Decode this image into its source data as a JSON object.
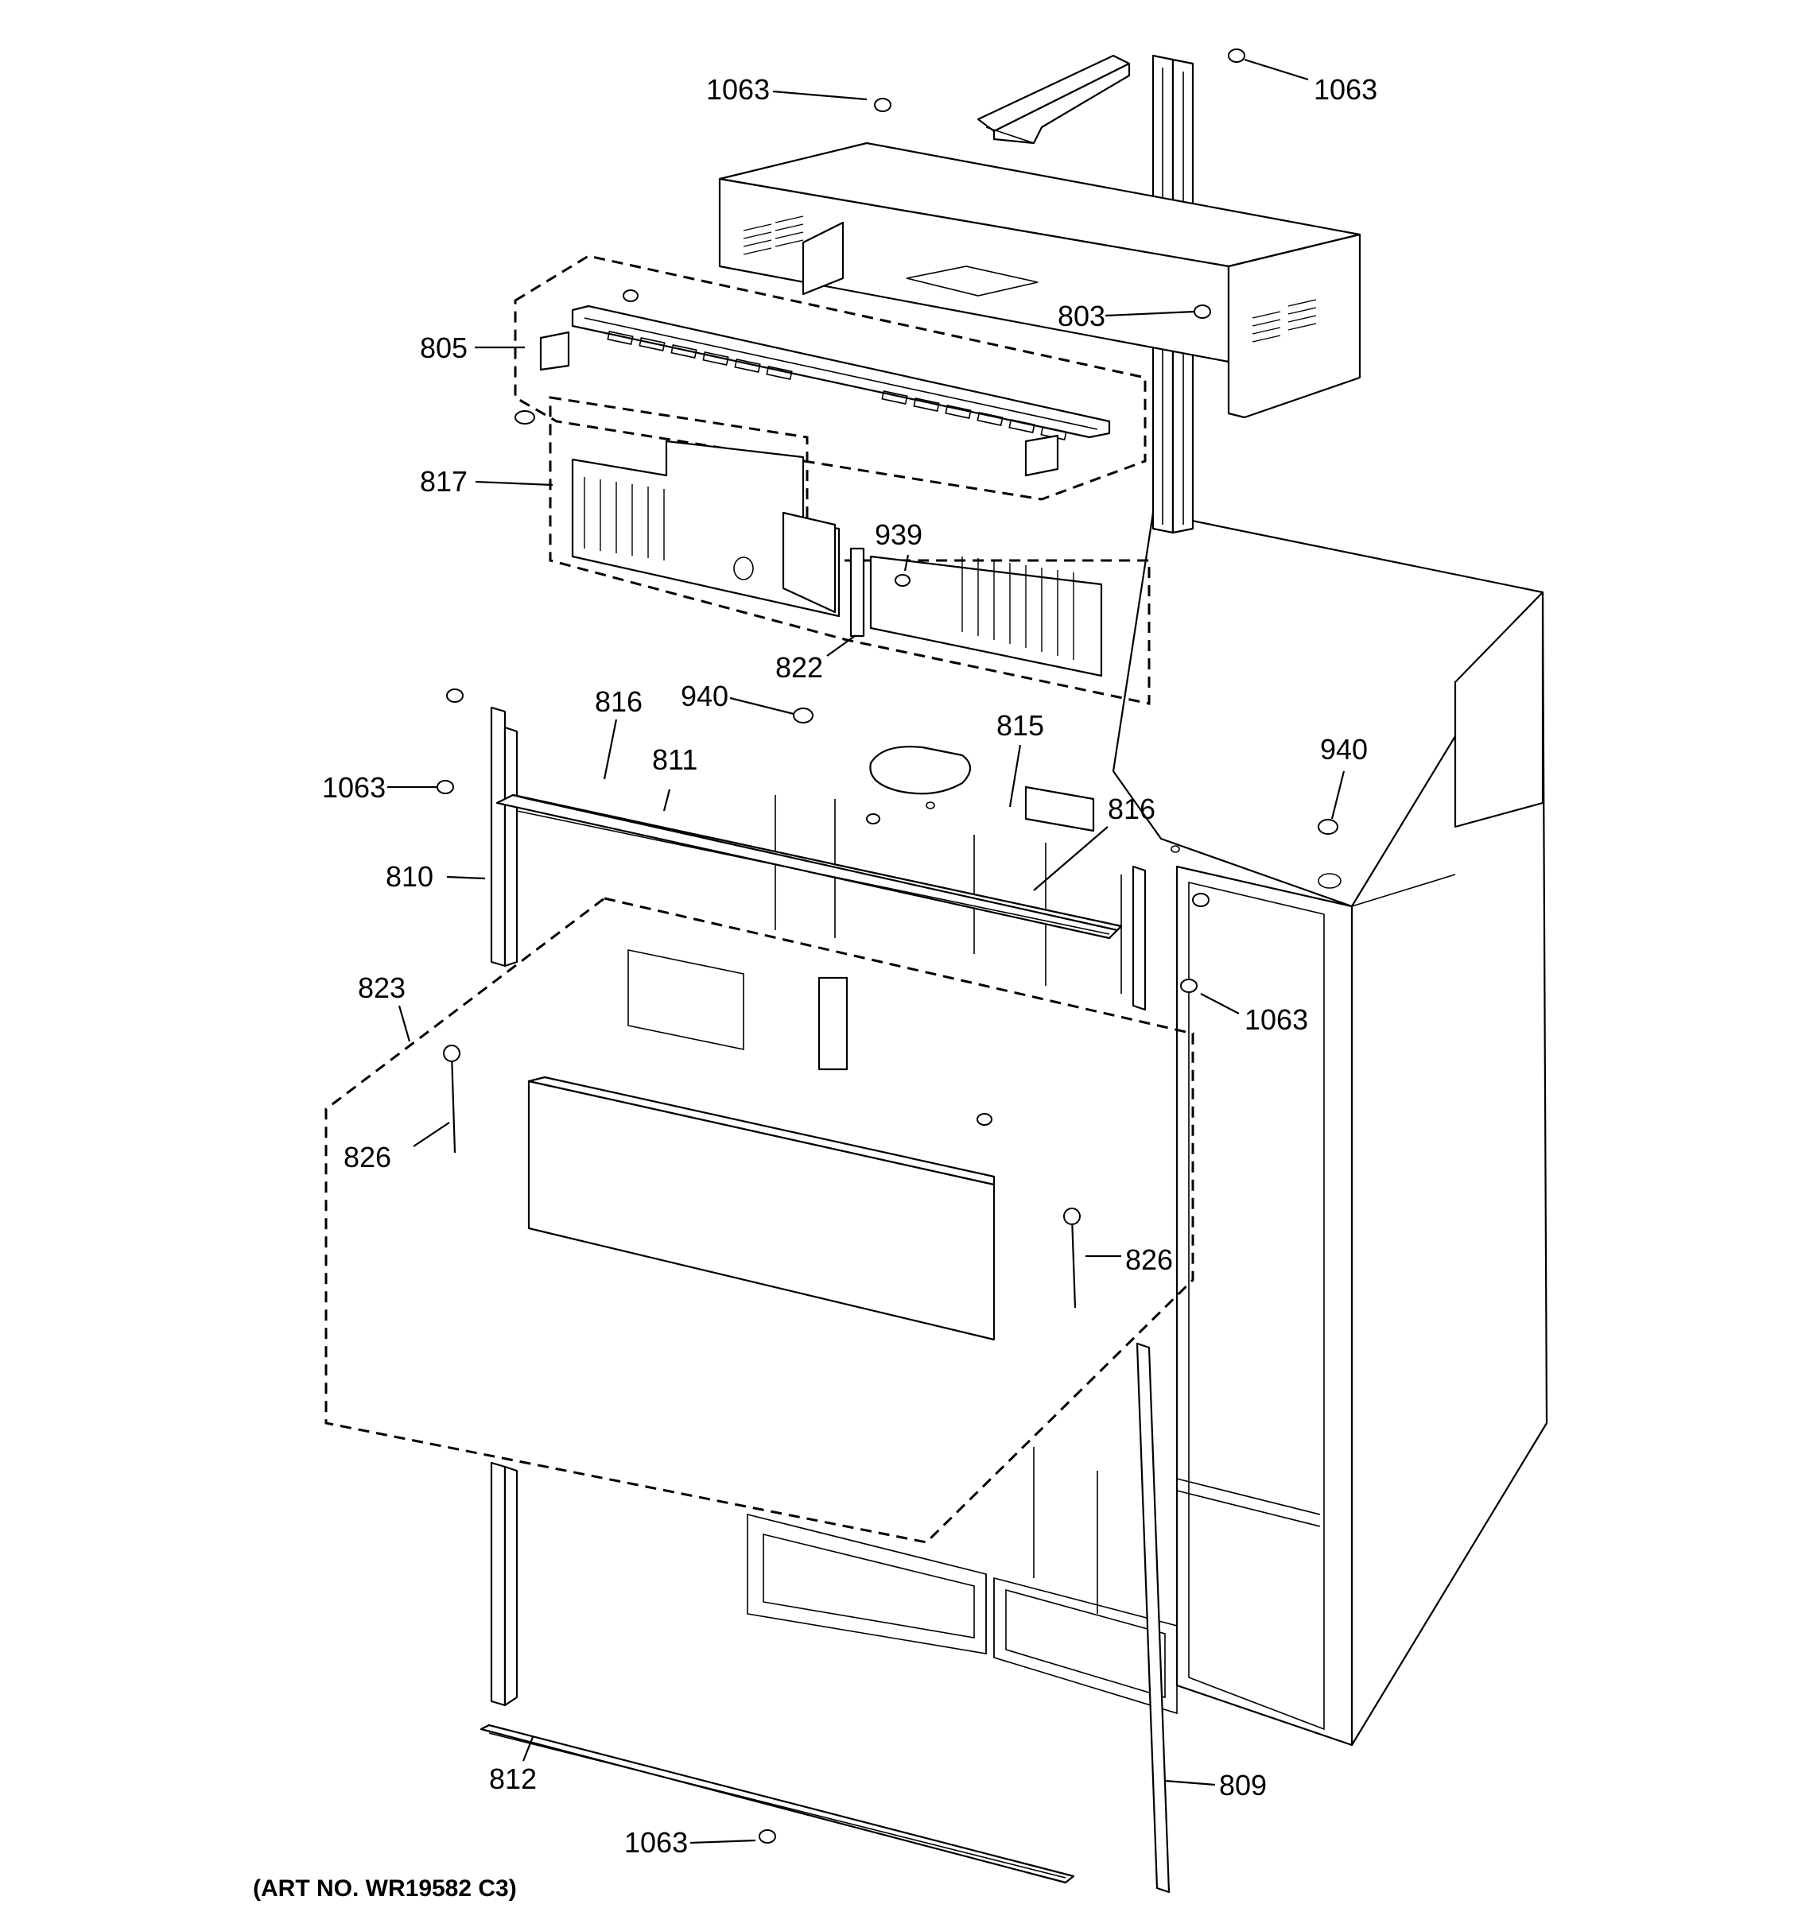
{
  "diagram": {
    "art_number": "(ART NO. WR19582 C3)",
    "callouts": [
      {
        "id": "c1063-top-left",
        "label": "1063"
      },
      {
        "id": "c1063-top-right",
        "label": "1063"
      },
      {
        "id": "c805",
        "label": "805"
      },
      {
        "id": "c803",
        "label": "803"
      },
      {
        "id": "c817",
        "label": "817"
      },
      {
        "id": "c939",
        "label": "939"
      },
      {
        "id": "c822",
        "label": "822"
      },
      {
        "id": "c940-left",
        "label": "940"
      },
      {
        "id": "c816-left",
        "label": "816"
      },
      {
        "id": "c815",
        "label": "815"
      },
      {
        "id": "c940-right",
        "label": "940"
      },
      {
        "id": "c811",
        "label": "811"
      },
      {
        "id": "c1063-mid-left",
        "label": "1063"
      },
      {
        "id": "c816-right",
        "label": "816"
      },
      {
        "id": "c810",
        "label": "810"
      },
      {
        "id": "c823",
        "label": "823"
      },
      {
        "id": "c1063-mid-right",
        "label": "1063"
      },
      {
        "id": "c826-left",
        "label": "826"
      },
      {
        "id": "c826-right",
        "label": "826"
      },
      {
        "id": "c812",
        "label": "812"
      },
      {
        "id": "c809",
        "label": "809"
      },
      {
        "id": "c1063-bottom",
        "label": "1063"
      }
    ]
  }
}
